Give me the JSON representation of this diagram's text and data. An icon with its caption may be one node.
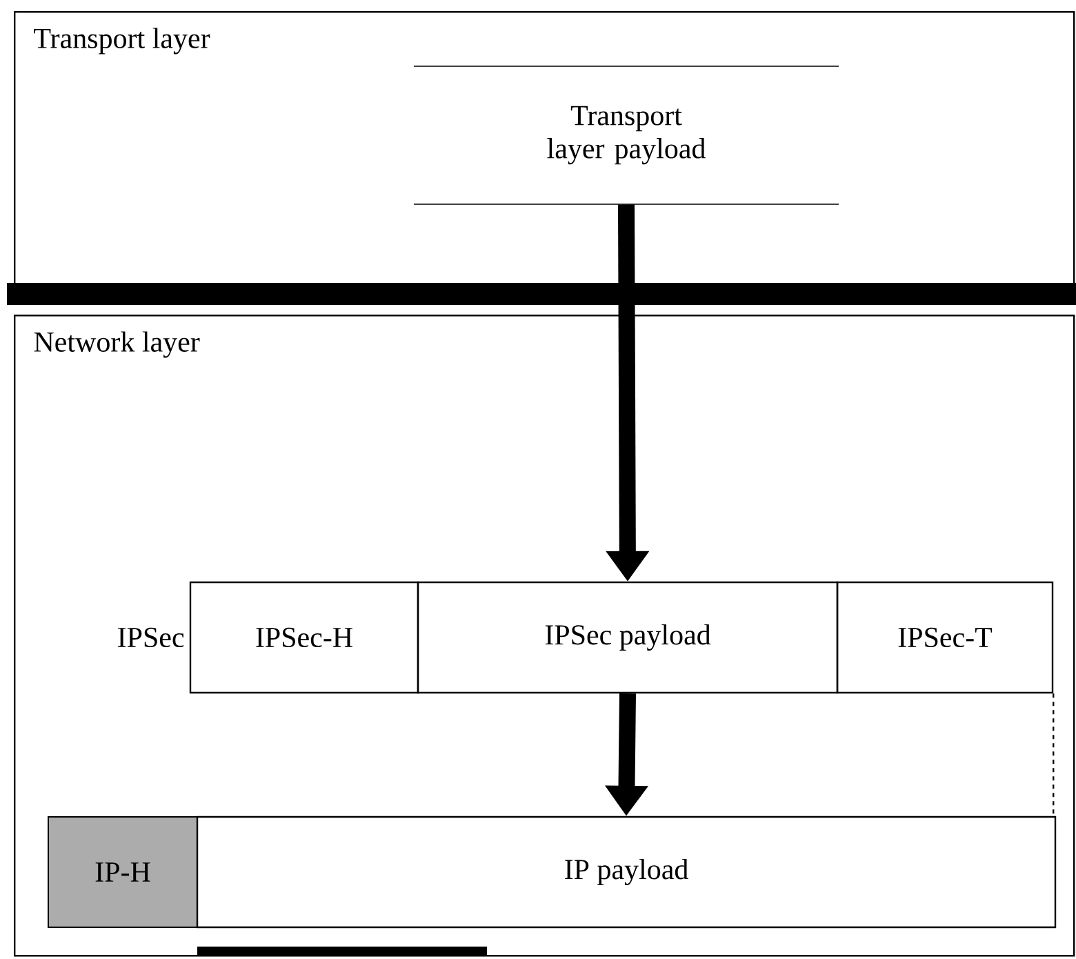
{
  "diagram": {
    "nodes": [
      {
        "text": [
          "Transport layer"
        ]
      },
      {
        "text": [
          "Transport layer payload"
        ],
        "in": 0
      },
      {
        "text": [
          "Network layer"
        ]
      },
      {
        "text": [
          "IPSec-H"
        ],
        "in": 2,
        "beside": [
          "IPSec"
        ]
      },
      {
        "text": [
          "IPSec payload"
        ],
        "in": 2
      },
      {
        "text": [
          "IPSec-T"
        ],
        "in": 2
      },
      {
        "text": [
          "IP-H"
        ],
        "in": 2
      },
      {
        "text": [
          "IP payload"
        ],
        "in": 2
      }
    ],
    "edges": [
      {
        "from": 1,
        "to": 4,
        "arrow": "to"
      },
      {
        "from": 4,
        "to": 7,
        "arrow": "to"
      },
      {
        "from": 5,
        "to": 7,
        "arrow": "none",
        "style": "dashed"
      }
    ]
  }
}
